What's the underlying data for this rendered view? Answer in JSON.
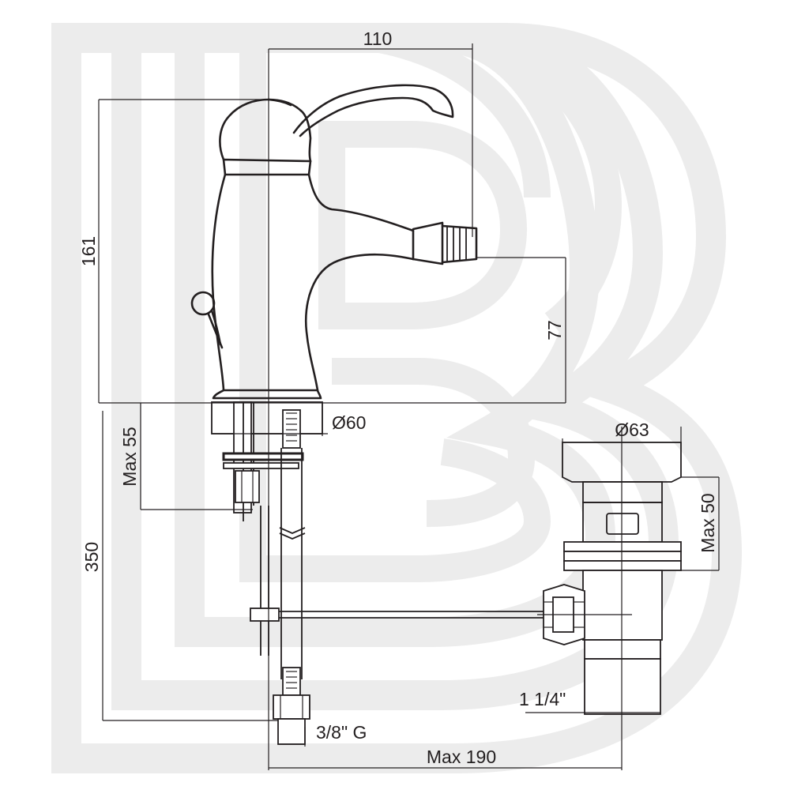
{
  "diagram": {
    "watermark_letters": "BB",
    "colors": {
      "line": "#231f20",
      "watermark": "#ececec",
      "background": "#ffffff"
    },
    "dimensions": {
      "overall_width": "110",
      "overall_height": "161",
      "spout_height": "77",
      "base_diameter": "Ø60",
      "max_deck_thickness": "Max 55",
      "hose_length": "350",
      "waste_diameter": "Ø63",
      "waste_max_thickness": "Max 50",
      "waste_thread": "1 1/4\"",
      "supply_thread": "3/8\" G",
      "max_centre_distance": "Max 190"
    }
  }
}
